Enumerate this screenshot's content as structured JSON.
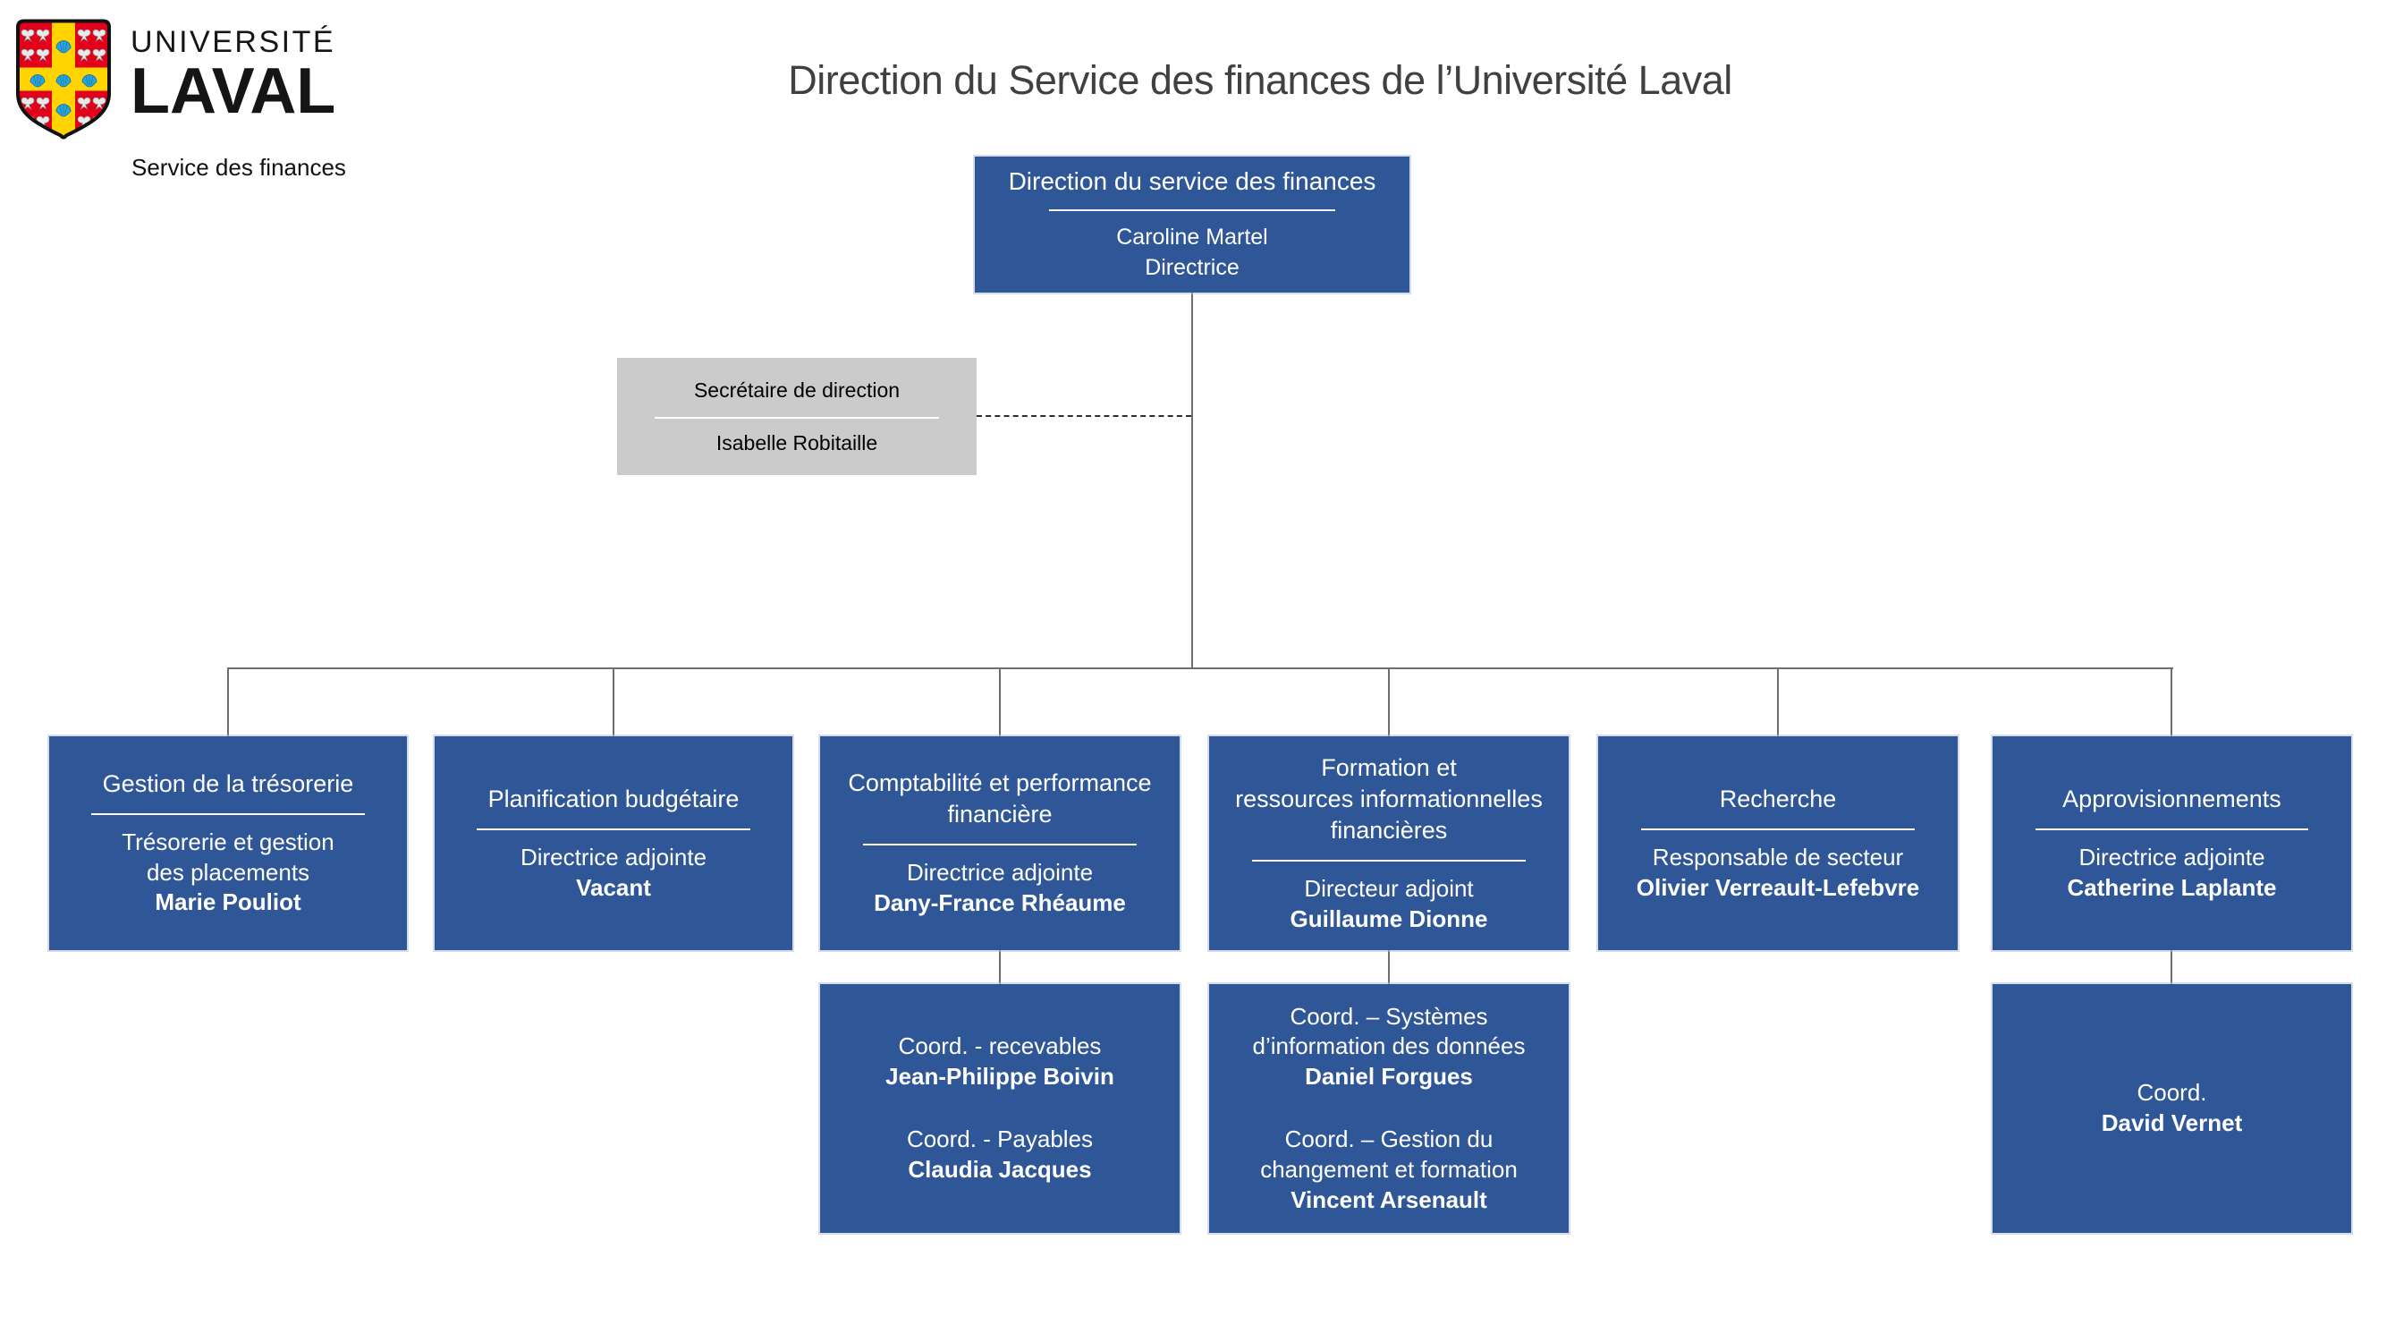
{
  "brand": {
    "logo_line1": "UNIVERSITÉ",
    "logo_line2": "LAVAL",
    "department": "Service des finances",
    "crest_colors": {
      "field_red": "#E2001A",
      "cross_yellow": "#FFD400",
      "shell_blue": "#2AA5DC",
      "bird_silver": "#E9E9E9"
    }
  },
  "page_title": "Direction du Service des finances de l’Université Laval",
  "colors": {
    "box_blue": "#2F5696",
    "box_gray": "#CBCBCB",
    "heading_gray": "#404040",
    "connector_gray": "#6E6E6E",
    "separator_white": "#FFFFFF"
  },
  "org": {
    "root": {
      "title": "Direction du service des finances",
      "name": "Caroline Martel",
      "role": "Directrice"
    },
    "assistant": {
      "title": "Secrétaire de direction",
      "name": "Isabelle Robitaille"
    },
    "level1": [
      {
        "title": "Gestion de la trésorerie",
        "role": "Trésorerie et gestion\ndes placements",
        "name": "Marie Pouliot"
      },
      {
        "title": "Planification budgétaire",
        "role": "Directrice adjointe",
        "name": "Vacant"
      },
      {
        "title": "Comptabilité et performance\nfinancière",
        "role": "Directrice adjointe",
        "name": "Dany-France Rhéaume"
      },
      {
        "title": "Formation et\nressources informationnelles\nfinancières",
        "role": "Directeur adjoint",
        "name": "Guillaume Dionne"
      },
      {
        "title": "Recherche",
        "role": "Responsable de secteur",
        "name": "Olivier Verreault-Lefebvre"
      },
      {
        "title": "Approvisionnements",
        "role": "Directrice adjointe",
        "name": "Catherine Laplante"
      }
    ],
    "level2": [
      {
        "entries": [
          {
            "role": "Coord. - recevables",
            "name": "Jean-Philippe Boivin"
          },
          {
            "role": "Coord. - Payables",
            "name": "Claudia Jacques"
          }
        ]
      },
      {
        "entries": [
          {
            "role": "Coord. – Systèmes\nd’information des données",
            "name": "Daniel Forgues"
          },
          {
            "role": "Coord. – Gestion du\nchangement et formation",
            "name": "Vincent Arsenault"
          }
        ]
      },
      {
        "entries": [
          {
            "role": "Coord.",
            "name": "David Vernet"
          }
        ]
      }
    ]
  }
}
